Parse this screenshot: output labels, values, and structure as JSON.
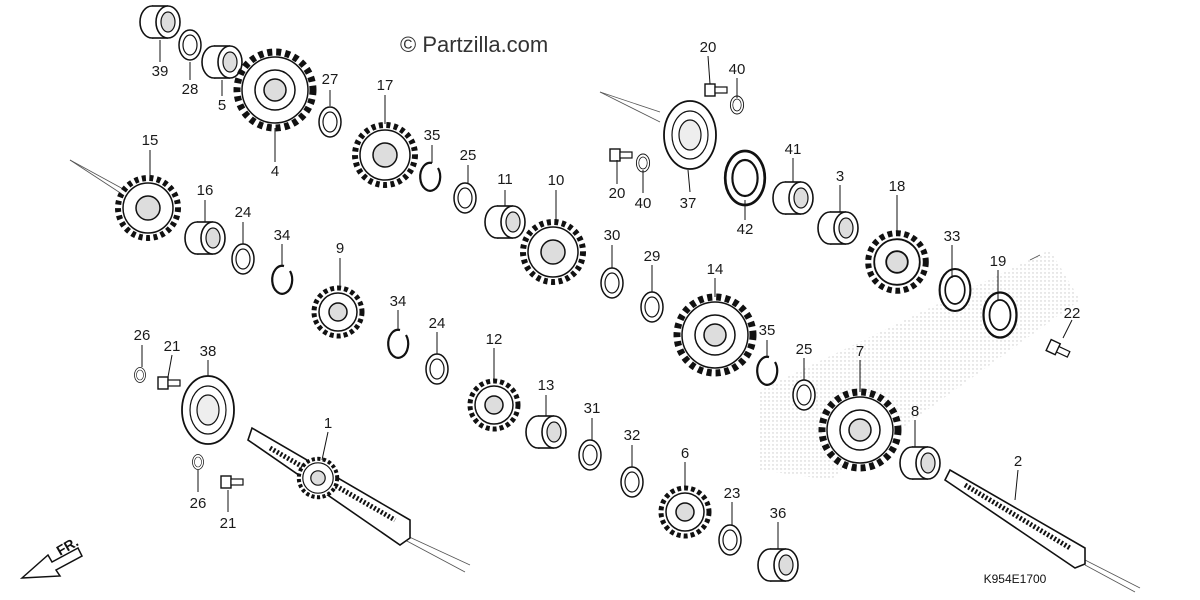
{
  "watermark": "© Partzilla.com",
  "diagram_code": "K954E1700",
  "direction_label": "FR.",
  "callouts": [
    {
      "id": "c39",
      "text": "39"
    },
    {
      "id": "c28",
      "text": "28"
    },
    {
      "id": "c5",
      "text": "5"
    },
    {
      "id": "c4",
      "text": "4"
    },
    {
      "id": "c27",
      "text": "27"
    },
    {
      "id": "c17",
      "text": "17"
    },
    {
      "id": "c35a",
      "text": "35"
    },
    {
      "id": "c25a",
      "text": "25"
    },
    {
      "id": "c11",
      "text": "11"
    },
    {
      "id": "c10",
      "text": "10"
    },
    {
      "id": "c15",
      "text": "15"
    },
    {
      "id": "c16",
      "text": "16"
    },
    {
      "id": "c24a",
      "text": "24"
    },
    {
      "id": "c34a",
      "text": "34"
    },
    {
      "id": "c9",
      "text": "9"
    },
    {
      "id": "c34b",
      "text": "34"
    },
    {
      "id": "c24b",
      "text": "24"
    },
    {
      "id": "c12",
      "text": "12"
    },
    {
      "id": "c13",
      "text": "13"
    },
    {
      "id": "c31",
      "text": "31"
    },
    {
      "id": "c32",
      "text": "32"
    },
    {
      "id": "c30",
      "text": "30"
    },
    {
      "id": "c29",
      "text": "29"
    },
    {
      "id": "c14",
      "text": "14"
    },
    {
      "id": "c35b",
      "text": "35"
    },
    {
      "id": "c25b",
      "text": "25"
    },
    {
      "id": "c7",
      "text": "7"
    },
    {
      "id": "c8",
      "text": "8"
    },
    {
      "id": "c6",
      "text": "6"
    },
    {
      "id": "c23",
      "text": "23"
    },
    {
      "id": "c36",
      "text": "36"
    },
    {
      "id": "c2",
      "text": "2"
    },
    {
      "id": "c1",
      "text": "1"
    },
    {
      "id": "c26a",
      "text": "26"
    },
    {
      "id": "c21a",
      "text": "21"
    },
    {
      "id": "c38",
      "text": "38"
    },
    {
      "id": "c26b",
      "text": "26"
    },
    {
      "id": "c21b",
      "text": "21"
    },
    {
      "id": "c20a",
      "text": "20"
    },
    {
      "id": "c40a",
      "text": "40"
    },
    {
      "id": "c20b",
      "text": "20"
    },
    {
      "id": "c40b",
      "text": "40"
    },
    {
      "id": "c37",
      "text": "37"
    },
    {
      "id": "c42",
      "text": "42"
    },
    {
      "id": "c41",
      "text": "41"
    },
    {
      "id": "c3",
      "text": "3"
    },
    {
      "id": "c18",
      "text": "18"
    },
    {
      "id": "c33",
      "text": "33"
    },
    {
      "id": "c19",
      "text": "19"
    },
    {
      "id": "c22",
      "text": "22"
    }
  ]
}
